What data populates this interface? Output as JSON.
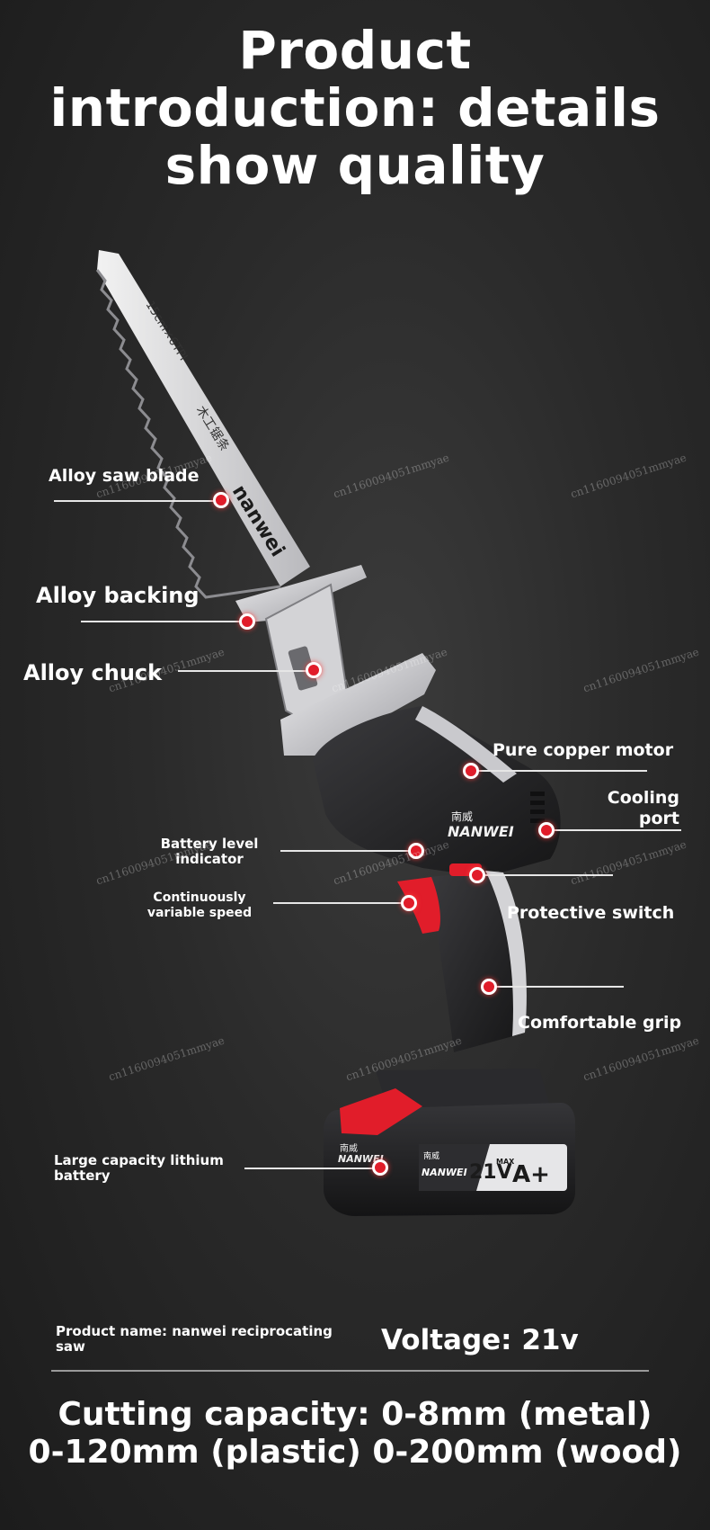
{
  "title": {
    "line1": "Product",
    "line2": "introduction: details",
    "line3": "show quality"
  },
  "blade_markings": {
    "spec": "15cm×6TPI",
    "cn": "木工锯条",
    "brand": "nanwei"
  },
  "body_logo": {
    "cn": "南威",
    "en": "NANWEI"
  },
  "battery_badge": {
    "cn": "南威",
    "en": "NANWEI",
    "voltage": "21V",
    "grade": "A+",
    "max": "MAX"
  },
  "callouts": {
    "blade": "Alloy saw blade",
    "backing": "Alloy backing",
    "chuck": "Alloy chuck",
    "motor": "Pure copper motor",
    "cooling_1": "Cooling",
    "cooling_2": "port",
    "battery_ind_1": "Battery level",
    "battery_ind_2": "indicator",
    "speed_1": "Continuously",
    "speed_2": "variable speed",
    "switch": "Protective switch",
    "grip": "Comfortable grip",
    "lithium_1": "Large capacity lithium",
    "lithium_2": "battery"
  },
  "specs": {
    "product_name_1": "Product name: nanwei reciprocating",
    "product_name_2": "saw",
    "voltage": "Voltage: 21v",
    "cutting_1": "Cutting capacity: 0-8mm (metal)",
    "cutting_2": "0-120mm (plastic) 0-200mm (wood)"
  },
  "watermark": "cn1160094051mmyae",
  "colors": {
    "accent_red": "#e11d2a",
    "tool_dark": "#2b2b2e",
    "tool_silver": "#d9d9dc"
  }
}
